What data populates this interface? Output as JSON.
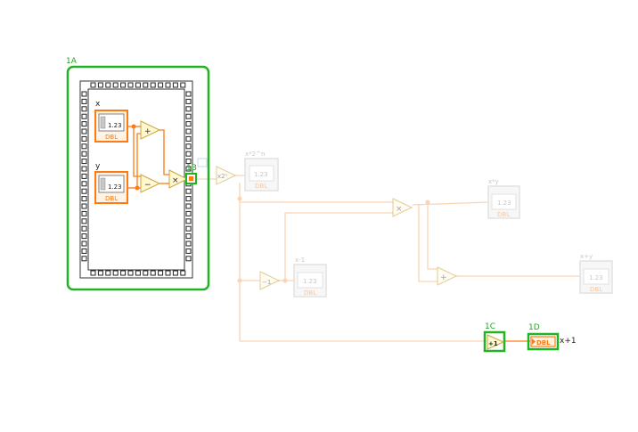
{
  "colors": {
    "highlight": "#22b322",
    "wire_active": "#ff7a10",
    "wire_faded": "#f9d4b4",
    "node_fill": "#fff8d0",
    "node_stroke": "#c9a640",
    "node_faded_stroke": "#e6dcc0",
    "frame": "#333333"
  },
  "tags": {
    "frame": "1A",
    "tunnel": "1B",
    "increment": "1C",
    "indicator": "1D"
  },
  "controls": {
    "x_label": "x",
    "y_label": "y",
    "value_text": "1.23",
    "type_text": "DBL"
  },
  "operators": {
    "add": "+",
    "subtract": "−",
    "multiply": "×",
    "scale_pow2": "x2ⁿ",
    "decrement": "−1",
    "increment": "+1"
  },
  "indicators": {
    "scale_label": "x*2^n",
    "mult_label": "x*y",
    "dec_label": "x-1",
    "sum_label": "x+y",
    "inc_label": "x+1",
    "value_text": "1.23",
    "type_text": "DBL"
  }
}
